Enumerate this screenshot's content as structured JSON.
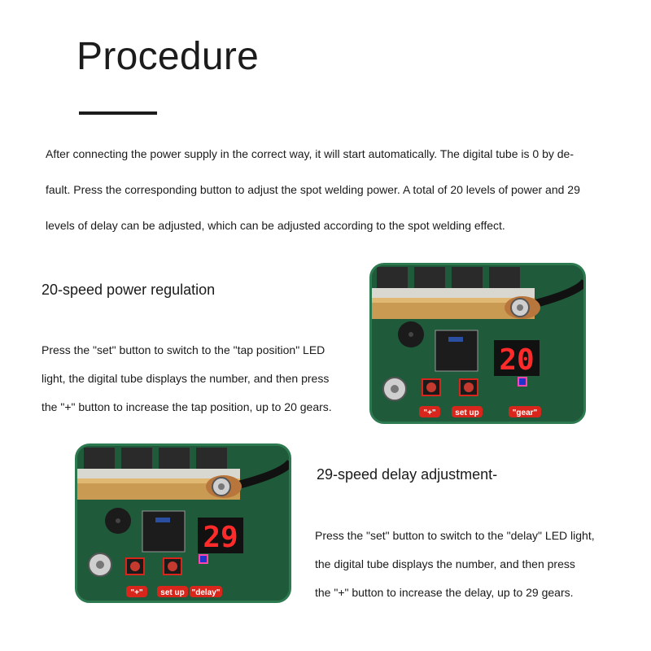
{
  "page": {
    "title": "Procedure",
    "intro_lines": [
      "After connecting the power supply in the correct way, it will start automatically. The digital tube is 0 by de-",
      "fault. Press the corresponding button to adjust the spot welding power. A total of 20 levels of power and 29",
      "levels of delay can be adjusted, which can be adjusted according to the spot welding effect."
    ]
  },
  "power_section": {
    "heading": "20-speed power regulation",
    "body_lines": [
      "Press the \"set\" button to switch to the \"tap position\" LED",
      "light, the digital tube displays the number, and then press",
      "the \"+\" button to increase the tap position, up to 20 gears."
    ],
    "board": {
      "display": "20",
      "labels": {
        "plus": "\"+\"",
        "set": "set up",
        "gear": "\"gear\""
      }
    }
  },
  "delay_section": {
    "heading": "29-speed delay adjustment-",
    "body_lines": [
      "Press the \"set\" button to switch to the \"delay\" LED light,",
      "the digital tube displays the number, and then press",
      "the \"+\" button to increase the delay, up to 29 gears."
    ],
    "board": {
      "display": "29",
      "labels": {
        "plus": "\"+\"",
        "set": "set up",
        "delay": "\"delay\""
      }
    }
  },
  "colors": {
    "pcb": "#1f5a3a",
    "copper_bar": "#c89a52",
    "label_red": "#d9261c",
    "led_red": "#ff2a2a"
  }
}
